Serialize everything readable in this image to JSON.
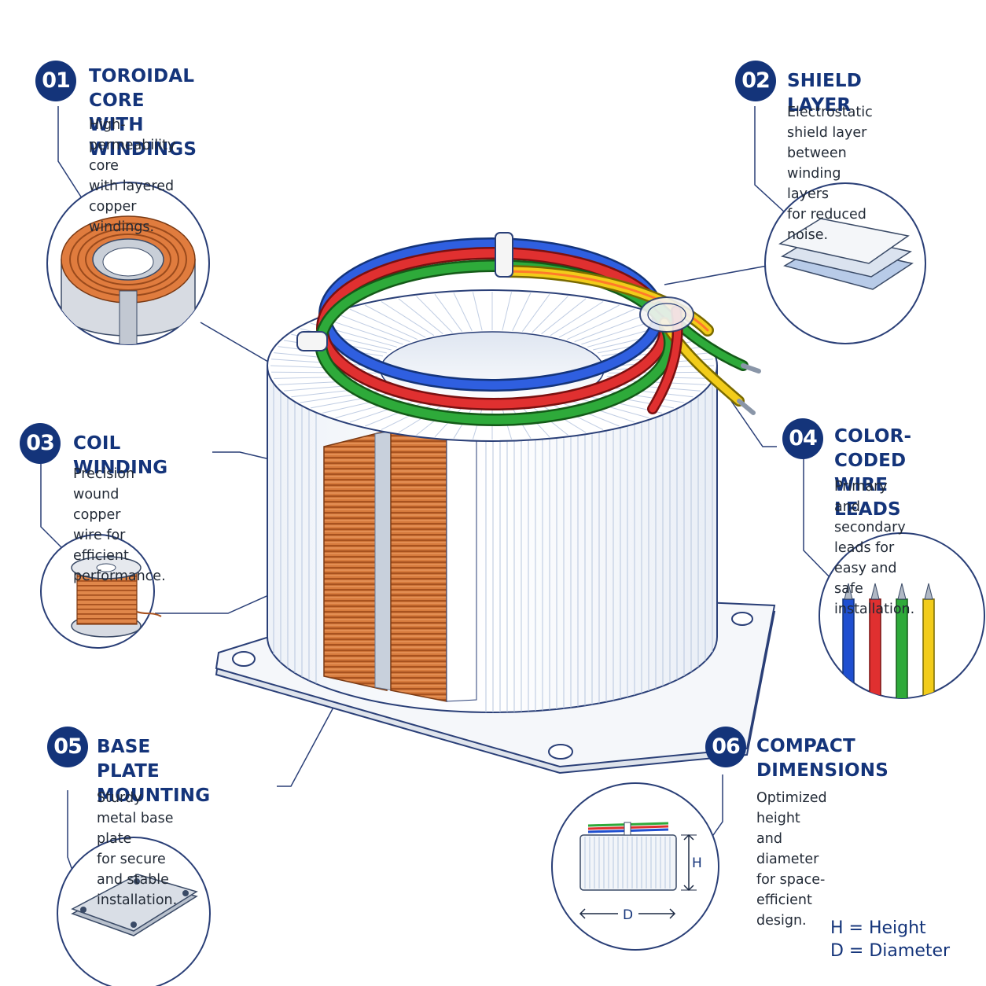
{
  "callouts": [
    {
      "number": "01",
      "title": "TOROIDAL CORE\nWITH WINDINGS",
      "description": "High-permeability core\nwith layered copper\nwindings."
    },
    {
      "number": "02",
      "title": "SHIELD LAYER",
      "description": "Electrostatic shield layer\nbetween winding layers\nfor reduced noise."
    },
    {
      "number": "03",
      "title": "COIL WINDING",
      "description": "Precision wound copper\nwire for efficient\nperformance."
    },
    {
      "number": "04",
      "title": "COLOR-CODED\nWIRE LEADS",
      "description": "Primary and secondary\nleads for easy and\nsafe installation."
    },
    {
      "number": "05",
      "title": "BASE PLATE\nMOUNTING",
      "description": "Sturdy metal base plate\nfor secure and stable\ninstallation."
    },
    {
      "number": "06",
      "title": "COMPACT\nDIMENSIONS",
      "description": "Optimized height and\ndiameter for space-\nefficient design."
    }
  ],
  "dimension_labels": {
    "height": "H",
    "diameter": "D"
  },
  "legend": {
    "height": "H = Height",
    "diameter": "D = Diameter"
  },
  "colors": {
    "accent": "#14347a",
    "copper": "#d4743a",
    "wire_blue": "#1f4fd0",
    "wire_red": "#e03030",
    "wire_green": "#2eaa3a",
    "wire_yellow": "#f2cc1a",
    "shield": "#cfd9ea",
    "base_plate": "#f2f4f8"
  }
}
